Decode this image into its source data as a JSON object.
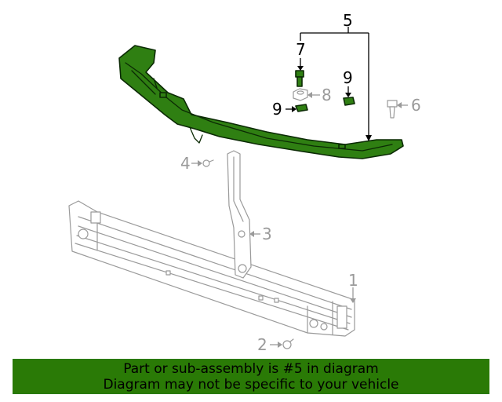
{
  "diagram": {
    "callouts": [
      {
        "id": "c1",
        "label": "1",
        "tone": "gray"
      },
      {
        "id": "c2",
        "label": "2",
        "tone": "gray"
      },
      {
        "id": "c3",
        "label": "3",
        "tone": "gray"
      },
      {
        "id": "c4",
        "label": "4",
        "tone": "gray"
      },
      {
        "id": "c5",
        "label": "5",
        "tone": "dark"
      },
      {
        "id": "c6",
        "label": "6",
        "tone": "gray"
      },
      {
        "id": "c7",
        "label": "7",
        "tone": "dark"
      },
      {
        "id": "c8",
        "label": "8",
        "tone": "gray"
      },
      {
        "id": "c9a",
        "label": "9",
        "tone": "dark"
      },
      {
        "id": "c9b",
        "label": "9",
        "tone": "dark"
      }
    ],
    "colors": {
      "highlight": "#2f7f12",
      "outline": "#0b2a04",
      "inactive": "#9a9a9a",
      "banner": "#2a7a06"
    }
  },
  "banner": {
    "line1": "Part or sub-assembly is #5 in diagram",
    "line2": "Diagram may not be specific to your vehicle"
  }
}
